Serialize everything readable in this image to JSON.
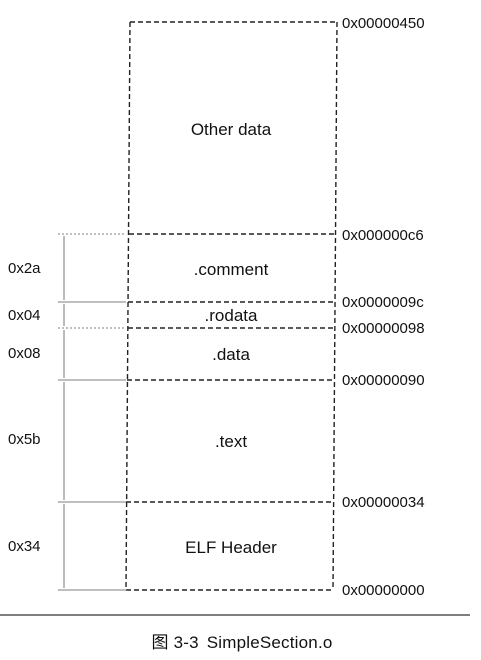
{
  "sections": [
    {
      "label": "Other data"
    },
    {
      "label": ".comment"
    },
    {
      "label": ".rodata"
    },
    {
      "label": ".data"
    },
    {
      "label": ".text"
    },
    {
      "label": "ELF Header"
    }
  ],
  "offsets": [
    "0x00000450",
    "0x000000c6",
    "0x0000009c",
    "0x00000098",
    "0x00000090",
    "0x00000034",
    "0x00000000"
  ],
  "sizes": [
    "0x2a",
    "0x04",
    "0x08",
    "0x5b",
    "0x34"
  ],
  "caption": {
    "figure": "图 3-3",
    "title": "SimpleSection.o"
  }
}
